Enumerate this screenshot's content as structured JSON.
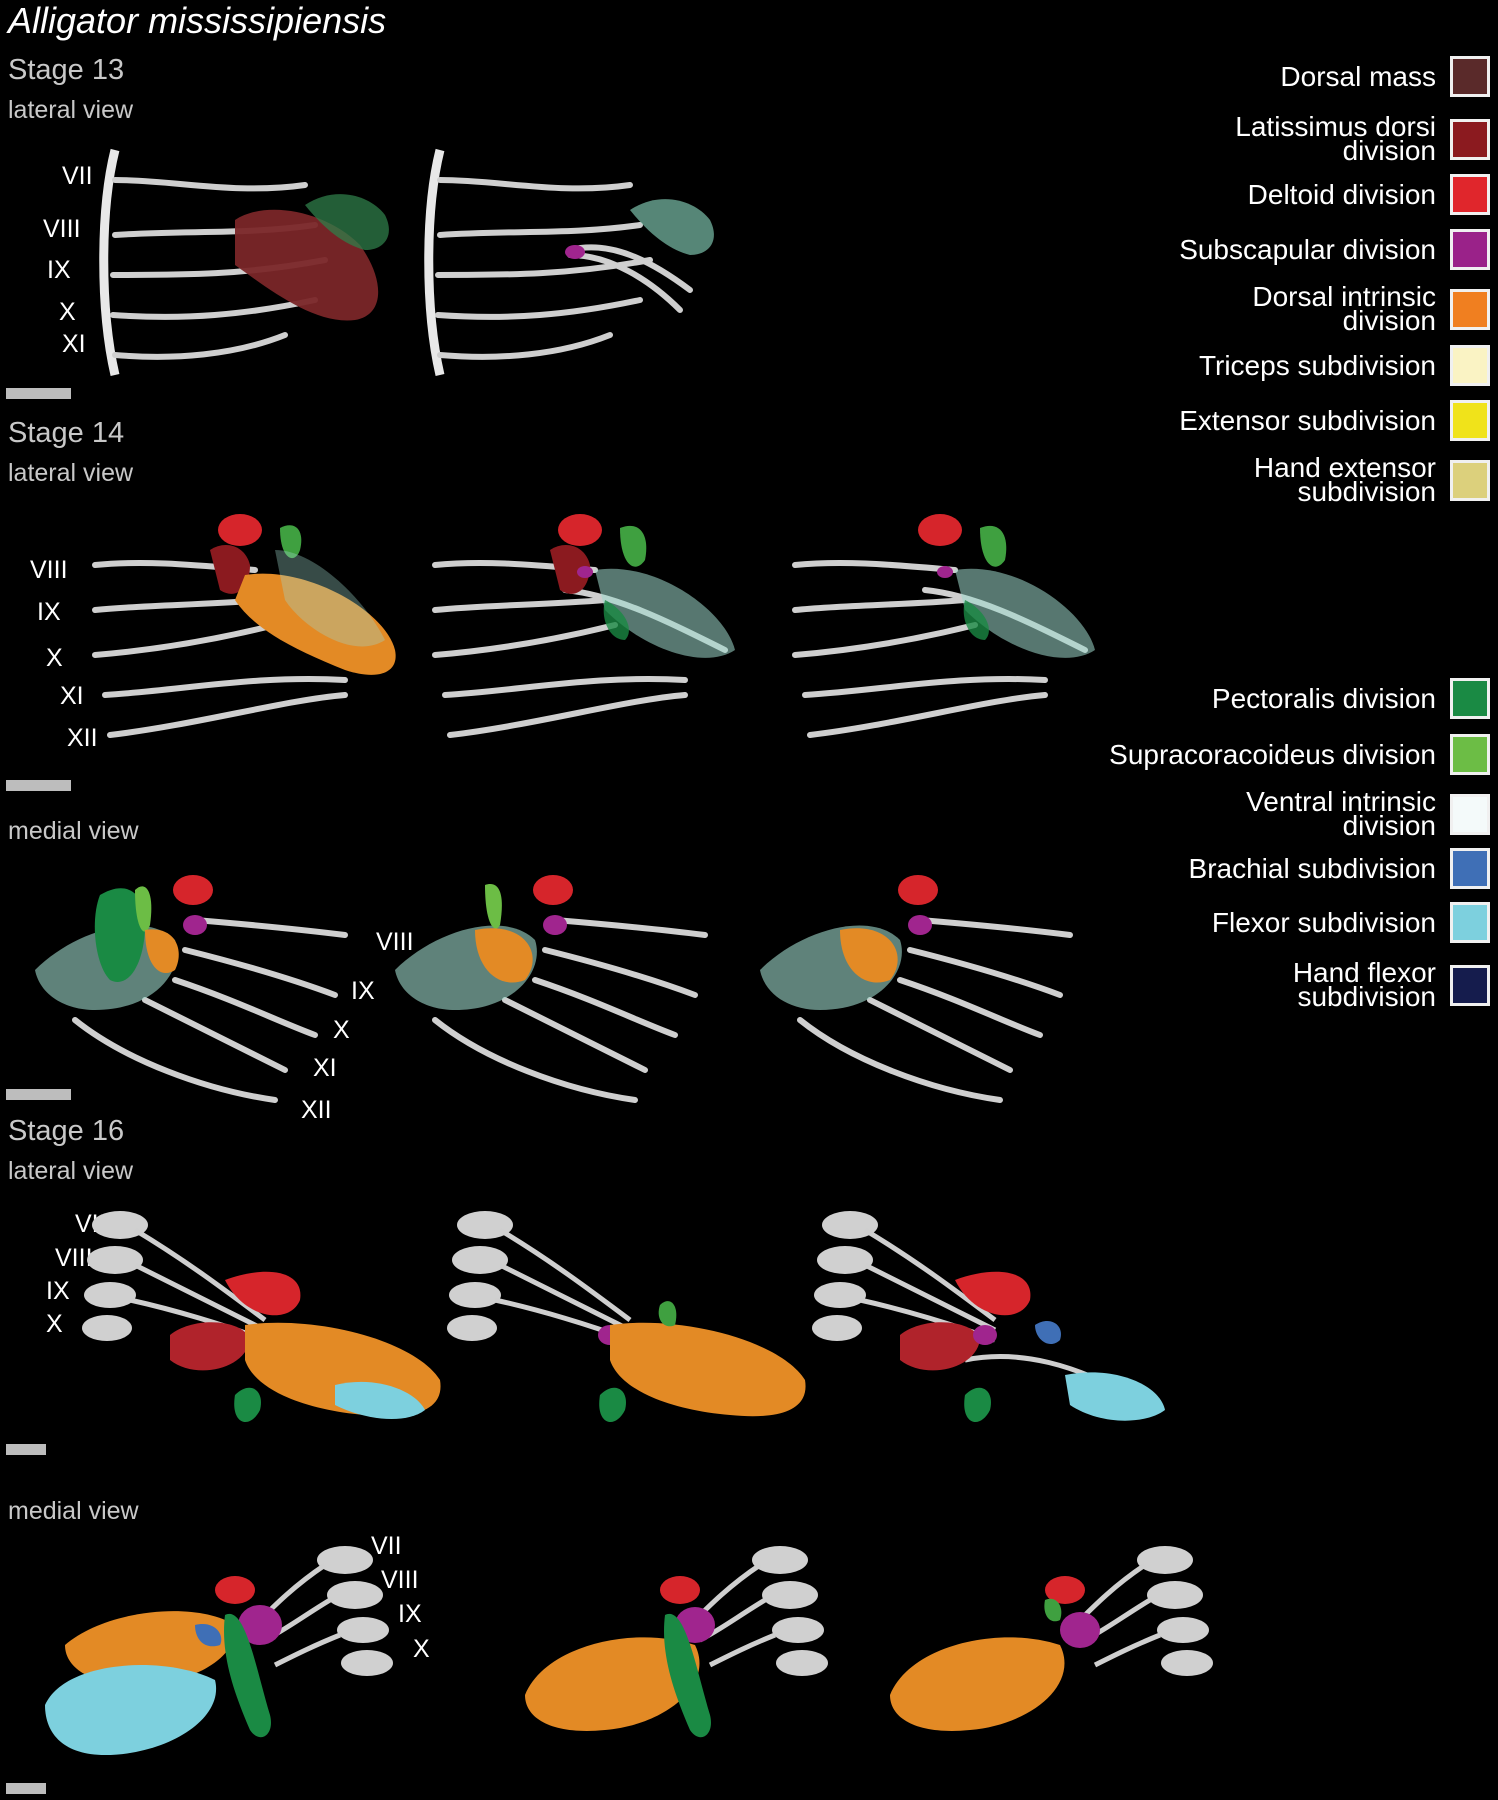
{
  "title": "Alligator mississipiensis",
  "stages": {
    "s13": {
      "label": "Stage 13",
      "lateral": "lateral view"
    },
    "s14": {
      "label": "Stage 14",
      "lateral": "lateral view",
      "medial": "medial view"
    },
    "s16": {
      "label": "Stage 16",
      "lateral": "lateral view",
      "medial": "medial view"
    }
  },
  "rib_labels": {
    "s13_lateral": [
      "VII",
      "VIII",
      "IX",
      "X",
      "XI"
    ],
    "s14_lateral": [
      "VIII",
      "IX",
      "X",
      "XI",
      "XII"
    ],
    "s14_medial": [
      "VIII",
      "IX",
      "X",
      "XI",
      "XII"
    ],
    "s16_lateral": [
      "VII",
      "VIII",
      "IX",
      "X"
    ],
    "s16_medial": [
      "VII",
      "VIII",
      "IX",
      "X"
    ]
  },
  "legend_dorsal": [
    {
      "label": "Dorsal mass",
      "color": "#5a2a2a"
    },
    {
      "label": "Latissimus dorsi\ndivision",
      "color": "#8b1a1f"
    },
    {
      "label": "Deltoid division",
      "color": "#e0262c"
    },
    {
      "label": "Subscapular division",
      "color": "#9a2289"
    },
    {
      "label": "Dorsal intrinsic\ndivision",
      "color": "#f07f20"
    },
    {
      "label": "Triceps subdivision",
      "color": "#faf3c4"
    },
    {
      "label": "Extensor subdivision",
      "color": "#f0e31a"
    },
    {
      "label": "Hand extensor\nsubdivision",
      "color": "#dcd07c"
    }
  ],
  "legend_ventral": [
    {
      "label": "Pectoralis division",
      "color": "#1a8a44"
    },
    {
      "label": "Supracoracoideus division",
      "color": "#6cbd45"
    },
    {
      "label": "Ventral intrinsic\ndivision",
      "color": "#f4fafa"
    },
    {
      "label": "Brachial subdivision",
      "color": "#3f6fb6"
    },
    {
      "label": "Flexor subdivision",
      "color": "#7dd0de"
    },
    {
      "label": "Hand flexor\nsubdivision",
      "color": "#151c4d"
    }
  ]
}
